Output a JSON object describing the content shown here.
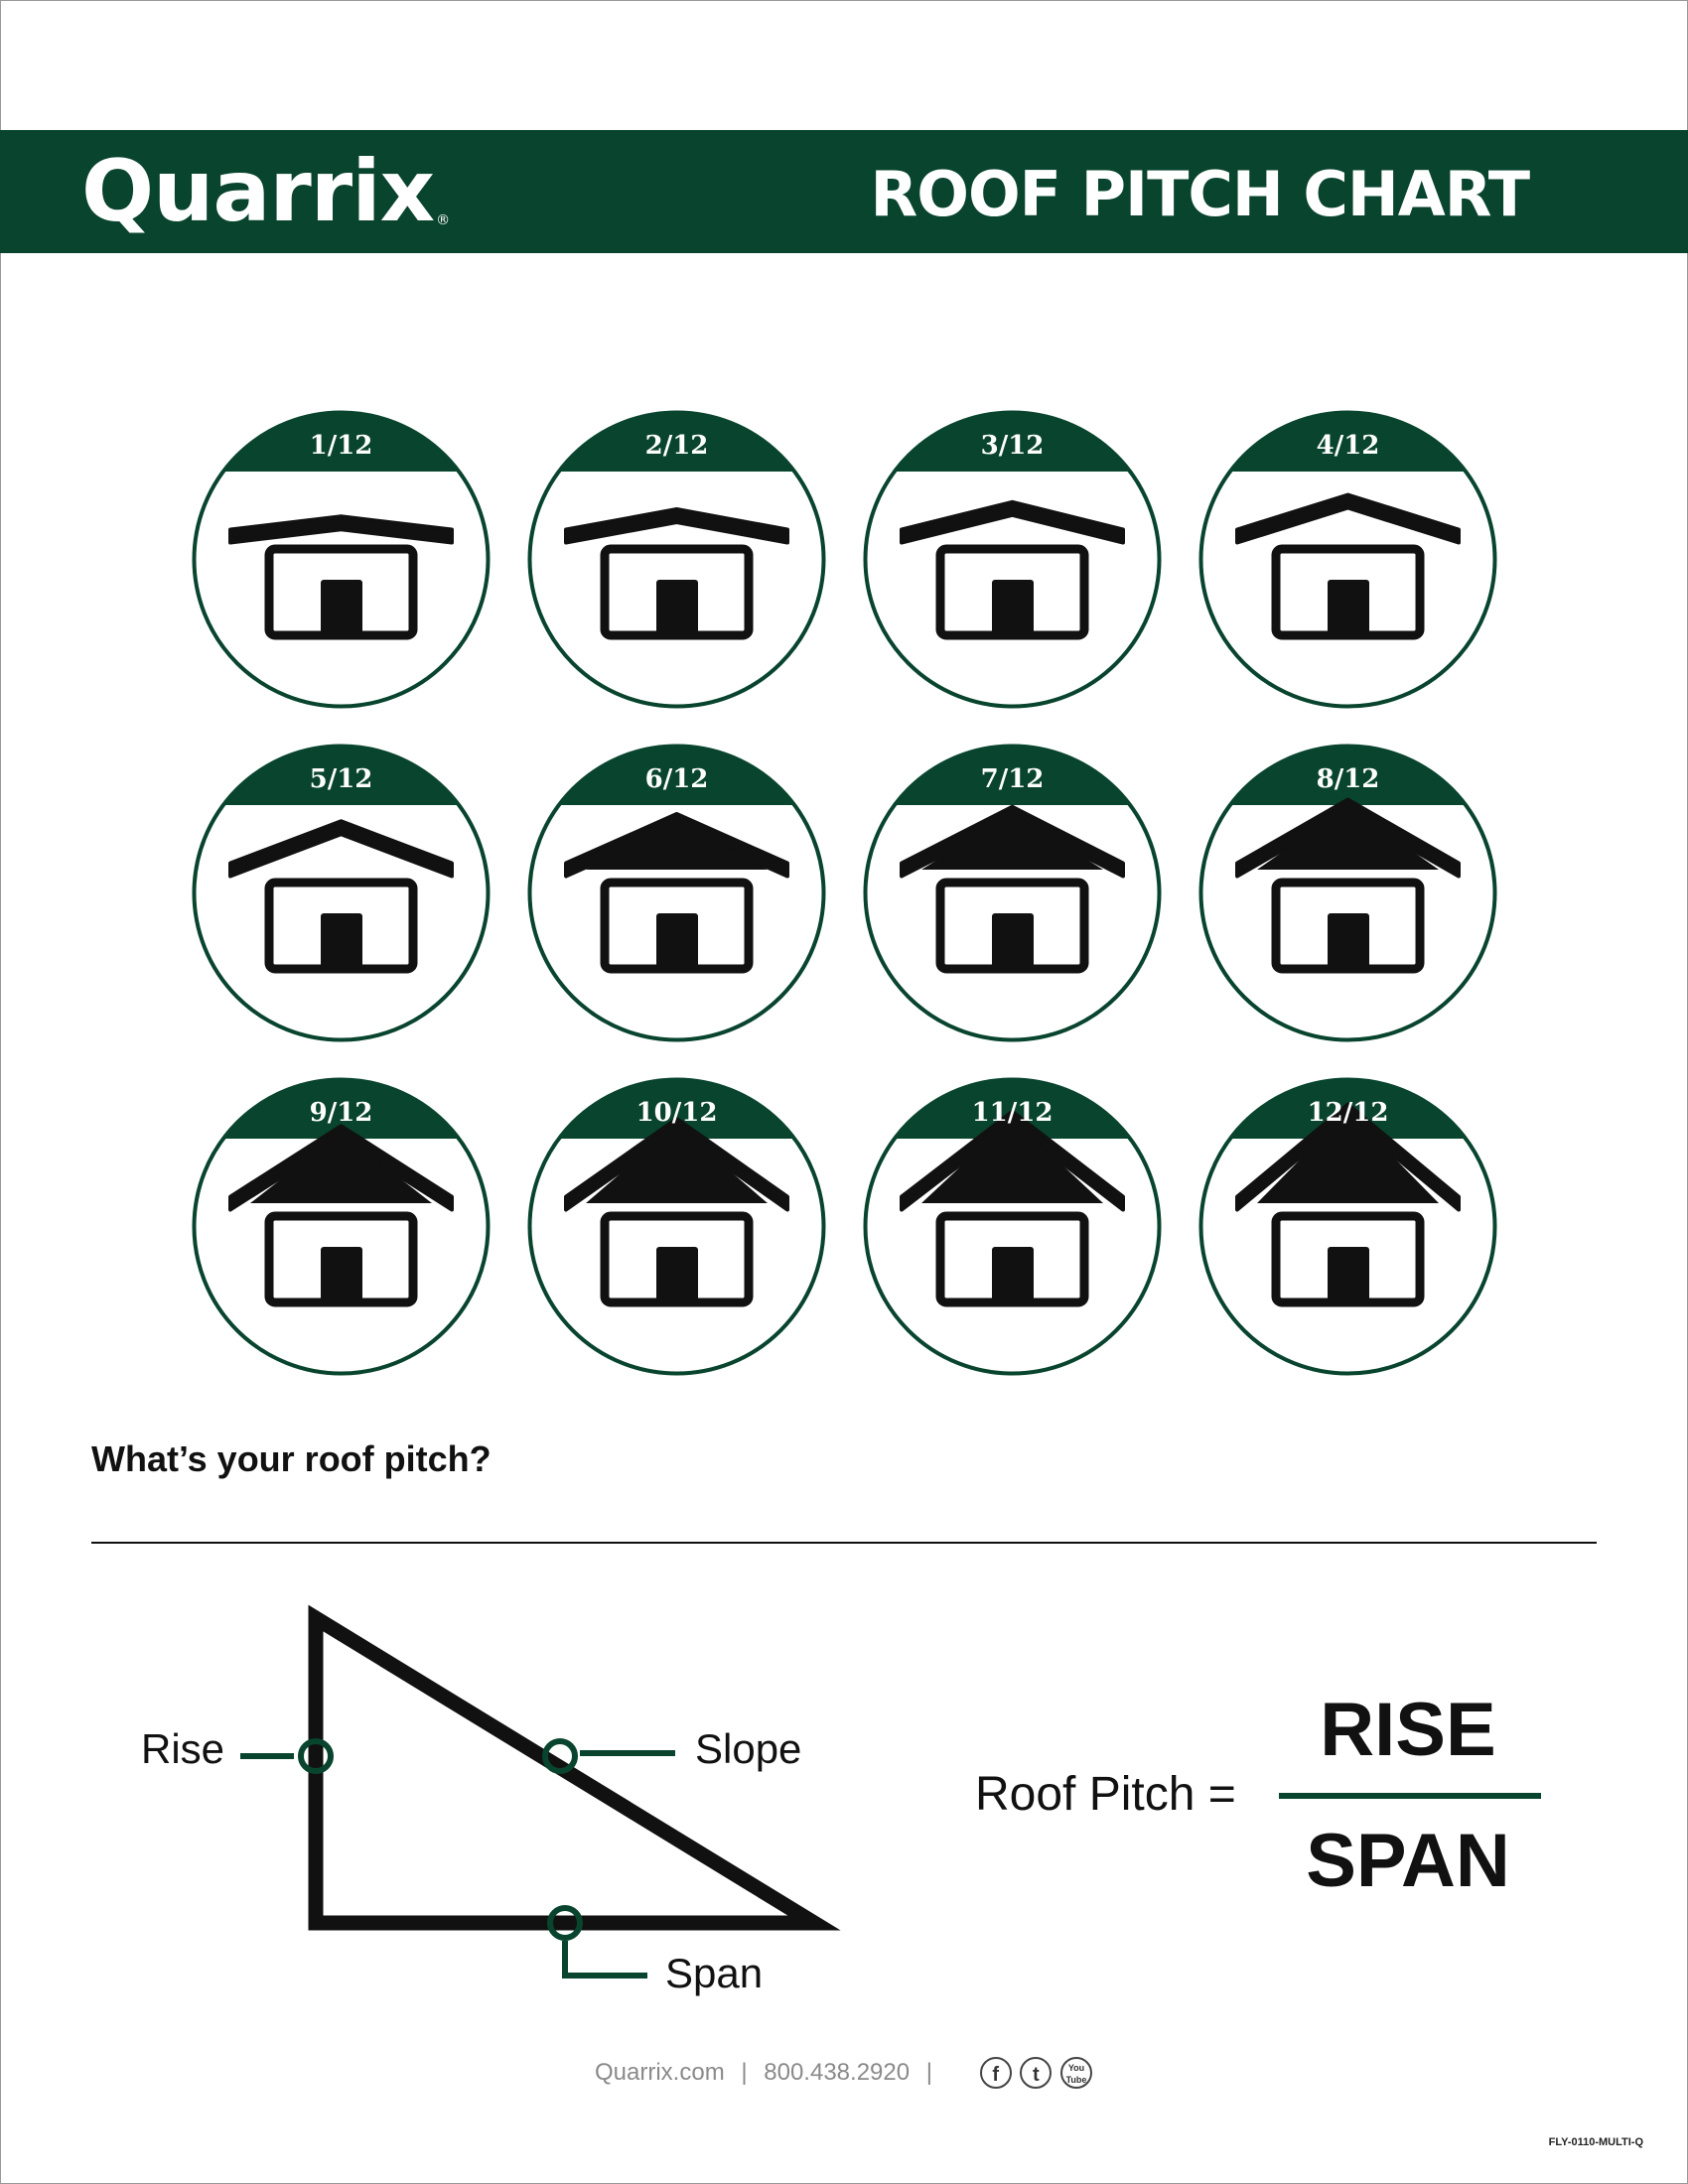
{
  "header": {
    "logo": "Quarrix",
    "registered_mark": "®",
    "title": "ROOF PITCH CHART"
  },
  "pitch_chart": {
    "items": [
      {
        "label": "1/12",
        "rise": 1,
        "run": 12
      },
      {
        "label": "2/12",
        "rise": 2,
        "run": 12
      },
      {
        "label": "3/12",
        "rise": 3,
        "run": 12
      },
      {
        "label": "4/12",
        "rise": 4,
        "run": 12
      },
      {
        "label": "5/12",
        "rise": 5,
        "run": 12
      },
      {
        "label": "6/12",
        "rise": 6,
        "run": 12
      },
      {
        "label": "7/12",
        "rise": 7,
        "run": 12
      },
      {
        "label": "8/12",
        "rise": 8,
        "run": 12
      },
      {
        "label": "9/12",
        "rise": 9,
        "run": 12
      },
      {
        "label": "10/12",
        "rise": 10,
        "run": 12
      },
      {
        "label": "11/12",
        "rise": 11,
        "run": 12
      },
      {
        "label": "12/12",
        "rise": 12,
        "run": 12
      }
    ]
  },
  "question": "What’s your roof pitch?",
  "diagram": {
    "rise_label": "Rise",
    "slope_label": "Slope",
    "span_label": "Span"
  },
  "formula": {
    "lhs": "Roof Pitch =",
    "numerator": "RISE",
    "denominator": "SPAN"
  },
  "footer": {
    "website": "Quarrix.com",
    "separator": "|",
    "phone": "800.438.2920",
    "social": [
      {
        "icon": "facebook-icon",
        "glyph": "f"
      },
      {
        "icon": "twitter-icon",
        "glyph": "t"
      },
      {
        "icon": "youtube-icon",
        "glyph": "You Tube"
      }
    ]
  },
  "doc_code": "FLY-0110-MULTI-Q",
  "colors": {
    "brand_green": "#08442e",
    "ink": "#111111",
    "white": "#ffffff"
  }
}
